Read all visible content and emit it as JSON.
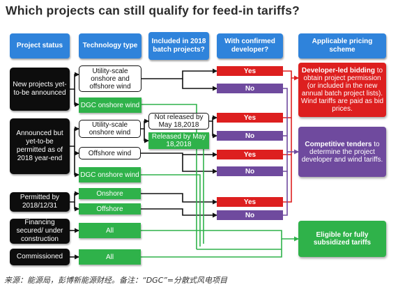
{
  "title": "Which projects can still qualify for feed-in tariffs?",
  "headers": {
    "status": "Project status",
    "technology": "Technology type",
    "batch": "Included in 2018 batch projects?",
    "developer": "With confirmed developer?",
    "pricing": "Applicable pricing scheme"
  },
  "statuses": {
    "new": "New projects yet-to-be announced",
    "announced": "Announced but yet-to-be permitted as of 2018 year-end",
    "permitted": "Permitted by 2018/12/31",
    "financing": "Financing secured/ under construction",
    "commissioned": "Commissioned"
  },
  "technologies": {
    "utility_onshore_offshore": "Utility-scale onshore and offshore wind",
    "dgc_onshore_1": "DGC onshore wind",
    "utility_onshore": "Utility-scale onshore wind",
    "offshore_wind": "Offshore wind",
    "dgc_onshore_2": "DGC onshore wind",
    "onshore": "Onshore",
    "offshore": "Offshore",
    "all_1": "All",
    "all_2": "All"
  },
  "batch": {
    "not_released": "Not released by May 18,2018",
    "released": "Released by May 18,2018"
  },
  "developer": {
    "yes": "Yes",
    "no": "No"
  },
  "pricing": {
    "developer_led_title": "Developer-led bidding",
    "developer_led_body": "to obtain project permission (or included in the new annual batch project lists). Wind tariffs are paid as bid prices.",
    "competitive_title": "Competitive tenders",
    "competitive_body": "to determine the project developer and wind tariffs.",
    "subsidized": "Eligible for fully subsidized tariffs"
  },
  "footer": "来源：能源局，彭博新能源财经。备注：“DGC”=分散式风电项目",
  "colors": {
    "header_blue": "#2f83db",
    "yes_red": "#dd1f1f",
    "no_purple": "#6f4a9e",
    "green": "#2fb24a",
    "black": "#0d0d0d"
  }
}
